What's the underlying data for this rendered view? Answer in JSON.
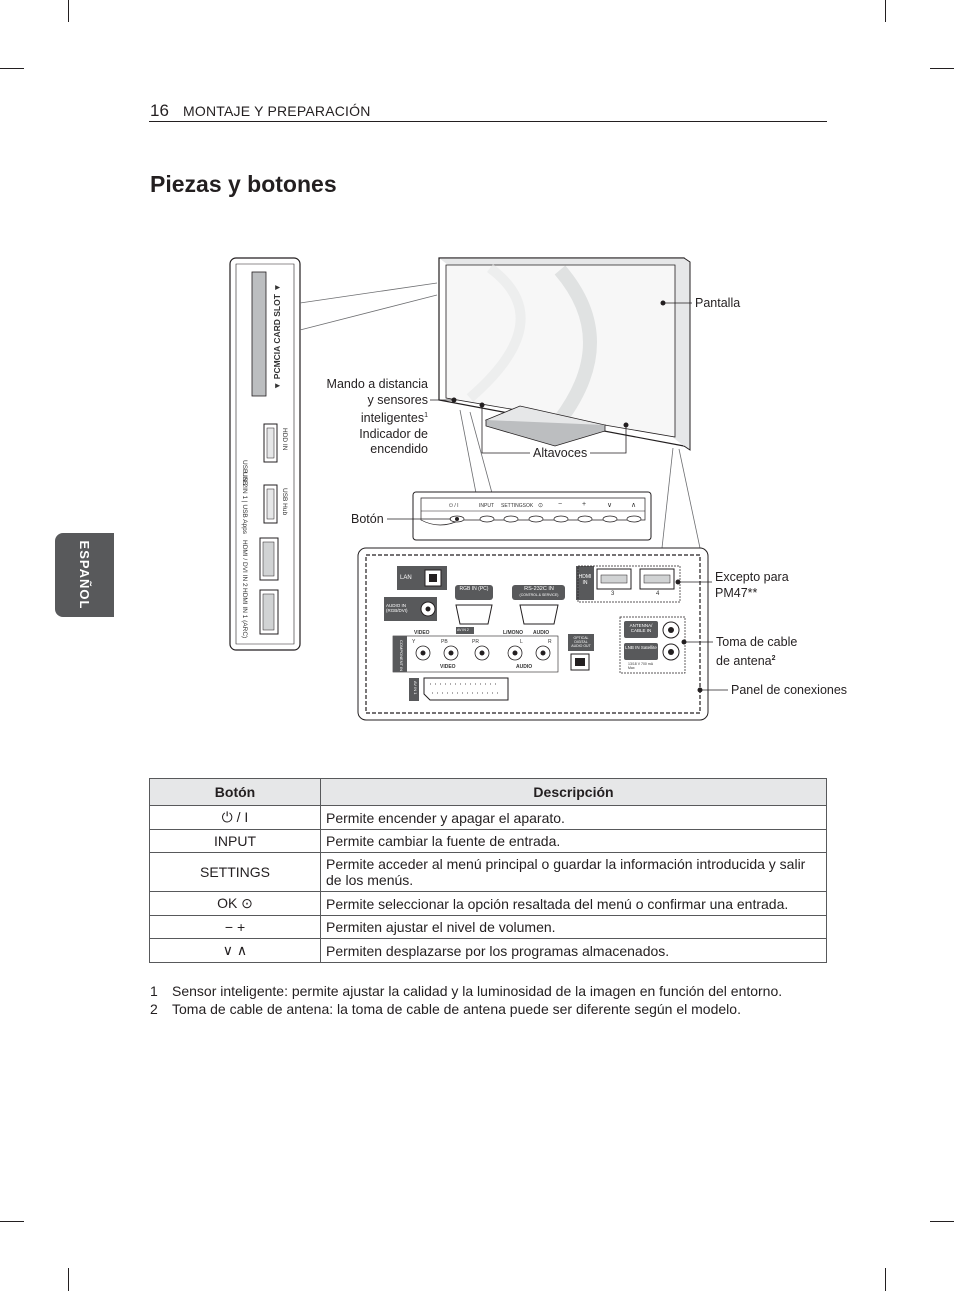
{
  "header": {
    "page_number": "16",
    "section": "MONTAJE Y PREPARACIÓN"
  },
  "title": "Piezas y botones",
  "side_tab": "ESPAÑOL",
  "diagram": {
    "labels": {
      "pantalla": "Pantalla",
      "mando_1": "Mando a distancia",
      "mando_2": "y sensores",
      "mando_3": "inteligentes",
      "mando_sup": "1",
      "mando_4": "Indicador de",
      "mando_5": "encendido",
      "altavoces": "Altavoces",
      "boton": "Botón",
      "excepto_1": "Excepto para",
      "excepto_2": "PM47**",
      "toma_1": "Toma de cable",
      "toma_2": "de antena",
      "toma_sup": "2",
      "panel": "Panel de conexiones"
    },
    "side_ports": {
      "pcmcia": "▼ PCMCIA CARD SLOT ▼",
      "usb2": "USB IN 2",
      "hdd": "HDD IN",
      "usb1": "USB IN 1 | USB Apps",
      "usbhub": "USB Hub",
      "hdmi2": "HDMI / DVI IN 2",
      "hdmi1": "HDMI IN 1 (ARC)"
    },
    "button_bar": [
      "⏻ / I",
      "INPUT",
      "SETTINGS",
      "OK",
      "⊙",
      "−",
      "+",
      "∨",
      "∧"
    ],
    "rear_ports": {
      "lan": "LAN",
      "audio_in": "AUDIO IN (RGB/DVI)",
      "rgb_in": "RGB IN (PC)",
      "rs232": "RS-232C IN",
      "rs232_sub": "(CONTROL & SERVICE)",
      "hdmi_in": "HDMI IN",
      "hdmi3": "3",
      "hdmi4": "4",
      "av_in2": "AV IN 2",
      "video": "VIDEO",
      "l_mono": "L/MONO",
      "audio": "AUDIO",
      "component": "COMPONENT IN",
      "pb": "PB",
      "pr": "PR",
      "y": "Y",
      "l": "L",
      "r": "R",
      "video2": "VIDEO",
      "audio2": "AUDIO",
      "optical": "OPTICAL DIGITAL AUDIO OUT",
      "antenna": "ANTENNA/ CABLE IN",
      "lnb": "LNB IN Satellite",
      "lnb_sub": "13/18 V 700 mA Max",
      "av_in1": "AV IN 1"
    }
  },
  "table": {
    "headers": [
      "Botón",
      "Descripción"
    ],
    "rows": [
      {
        "button": "⏻ / I",
        "description": "Permite encender y apagar el aparato."
      },
      {
        "button": "INPUT",
        "description": "Permite cambiar la fuente de entrada."
      },
      {
        "button": "SETTINGS",
        "description": "Permite acceder al menú principal o guardar la información introducida y salir de los menús."
      },
      {
        "button": "OK ⊙",
        "description": "Permite seleccionar la opción resaltada del menú o confirmar una entrada."
      },
      {
        "button": "−  +",
        "description": "Permiten ajustar el nivel de volumen."
      },
      {
        "button": "∨ ∧",
        "description": "Permiten desplazarse por los programas almacenados."
      }
    ]
  },
  "footnotes": [
    {
      "num": "1",
      "text": "Sensor inteligente: permite ajustar la calidad y la luminosidad de la imagen en función del entorno."
    },
    {
      "num": "2",
      "text": "Toma de cable de antena: la toma de cable de antena puede ser diferente según el modelo."
    }
  ]
}
